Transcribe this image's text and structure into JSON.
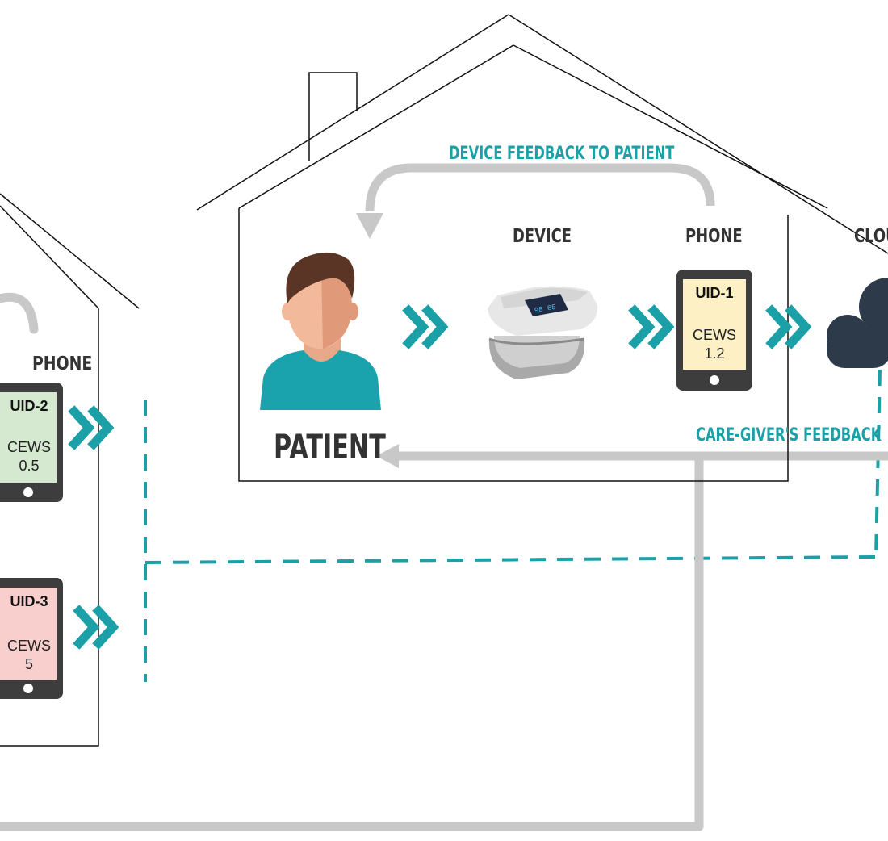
{
  "labels": {
    "device_feedback": "DEVICE FEEDBACK TO PATIENT",
    "device": "DEVICE",
    "phone_main": "PHONE",
    "cloud": "CLOUD",
    "patient": "PATIENT",
    "caregiver_feedback": "CARE-GIVER'S FEEDBACK",
    "phone_left": "PHONE"
  },
  "phones": [
    {
      "uid": "UID-1",
      "score_label": "CEWS",
      "score": "1.2",
      "color": "#fdf0c4"
    },
    {
      "uid": "UID-2",
      "score_label": "CEWS",
      "score": "0.5",
      "color": "#d5e8d0"
    },
    {
      "uid": "UID-3",
      "score_label": "CEWS",
      "score": "5",
      "color": "#f8cfcd"
    }
  ],
  "colors": {
    "teal": "#1aa0a6",
    "label_teal": "#1aa0a6",
    "gray_arrow": "#c8c8c8",
    "dark": "#2c3a4a",
    "shirt": "#1aa3ad"
  }
}
